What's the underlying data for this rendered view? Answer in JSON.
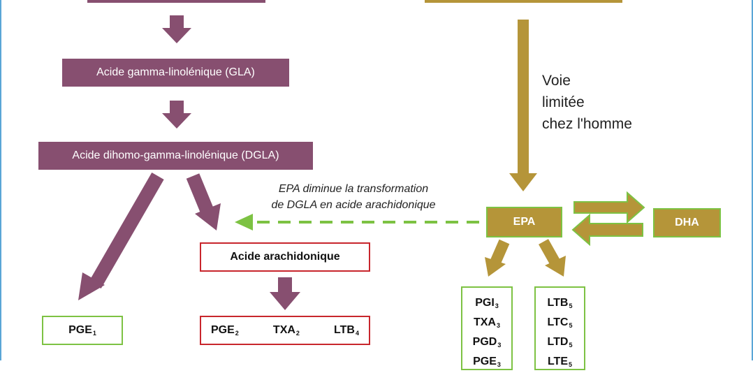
{
  "colors": {
    "omega6": "#874f70",
    "omega3": "#b59539",
    "green": "#7dc243",
    "red": "#c8262c"
  },
  "omega6": {
    "gla": "Acide gamma-linolénique (GLA)",
    "dgla": "Acide dihomo-gamma-linolénique (DGLA)",
    "pge1": {
      "base": "PGE",
      "sub": "1"
    },
    "aa": "Acide arachidonique",
    "aa_products": [
      {
        "base": "PGE",
        "sub": "2"
      },
      {
        "base": "TXA",
        "sub": "2"
      },
      {
        "base": "LTB",
        "sub": "4"
      }
    ]
  },
  "omega3": {
    "voie": [
      "Voie",
      "limitée",
      "chez l'homme"
    ],
    "epa": "EPA",
    "dha": "DHA",
    "note": [
      "EPA diminue la transformation",
      "de DGLA en acide arachidonique"
    ],
    "products_left": [
      {
        "base": "PGI",
        "sub": "3"
      },
      {
        "base": "TXA",
        "sub": "3"
      },
      {
        "base": "PGD",
        "sub": "3"
      },
      {
        "base": "PGE",
        "sub": "3"
      }
    ],
    "products_right": [
      {
        "base": "LTB",
        "sub": "5"
      },
      {
        "base": "LTC",
        "sub": "5"
      },
      {
        "base": "LTD",
        "sub": "5"
      },
      {
        "base": "LTE",
        "sub": "5"
      }
    ]
  }
}
